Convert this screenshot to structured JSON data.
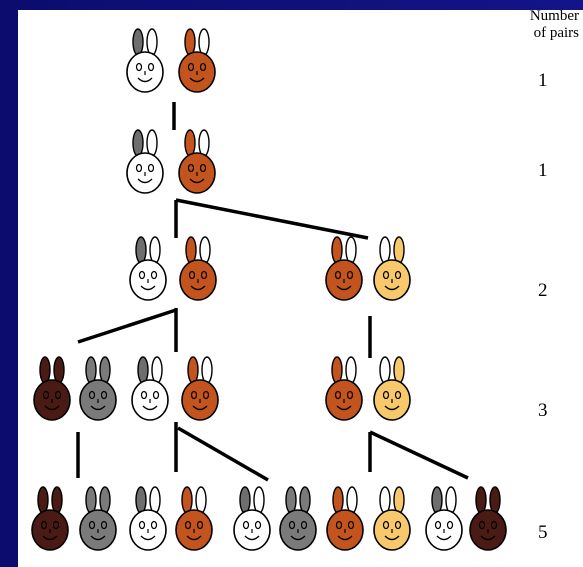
{
  "header": {
    "line1": "Number",
    "line2": "of pairs"
  },
  "generations": [
    {
      "count": "1",
      "pairs": [
        [
          "white",
          "orange"
        ]
      ]
    },
    {
      "count": "1",
      "pairs": [
        [
          "white",
          "orange"
        ]
      ]
    },
    {
      "count": "2",
      "pairs": [
        [
          "white",
          "orange"
        ],
        [
          "orange",
          "yellow"
        ]
      ]
    },
    {
      "count": "3",
      "pairs": [
        [
          "darkbrown",
          "gray"
        ],
        [
          "white",
          "orange"
        ],
        [
          "orange",
          "yellow"
        ]
      ]
    },
    {
      "count": "5",
      "pairs": [
        [
          "darkbrown",
          "gray"
        ],
        [
          "white",
          "orange"
        ],
        [
          "white",
          "gray"
        ],
        [
          "orange",
          "yellow"
        ],
        [
          "white",
          "darkbrown"
        ]
      ]
    }
  ],
  "colors": {
    "white": "#ffffff",
    "orange": "#c4541e",
    "yellow": "#f7c86c",
    "gray": "#7a7a7a",
    "darkbrown": "#4a1a14",
    "earGray": "#6e6e6e",
    "background": "#10107a",
    "line": "#000000"
  }
}
